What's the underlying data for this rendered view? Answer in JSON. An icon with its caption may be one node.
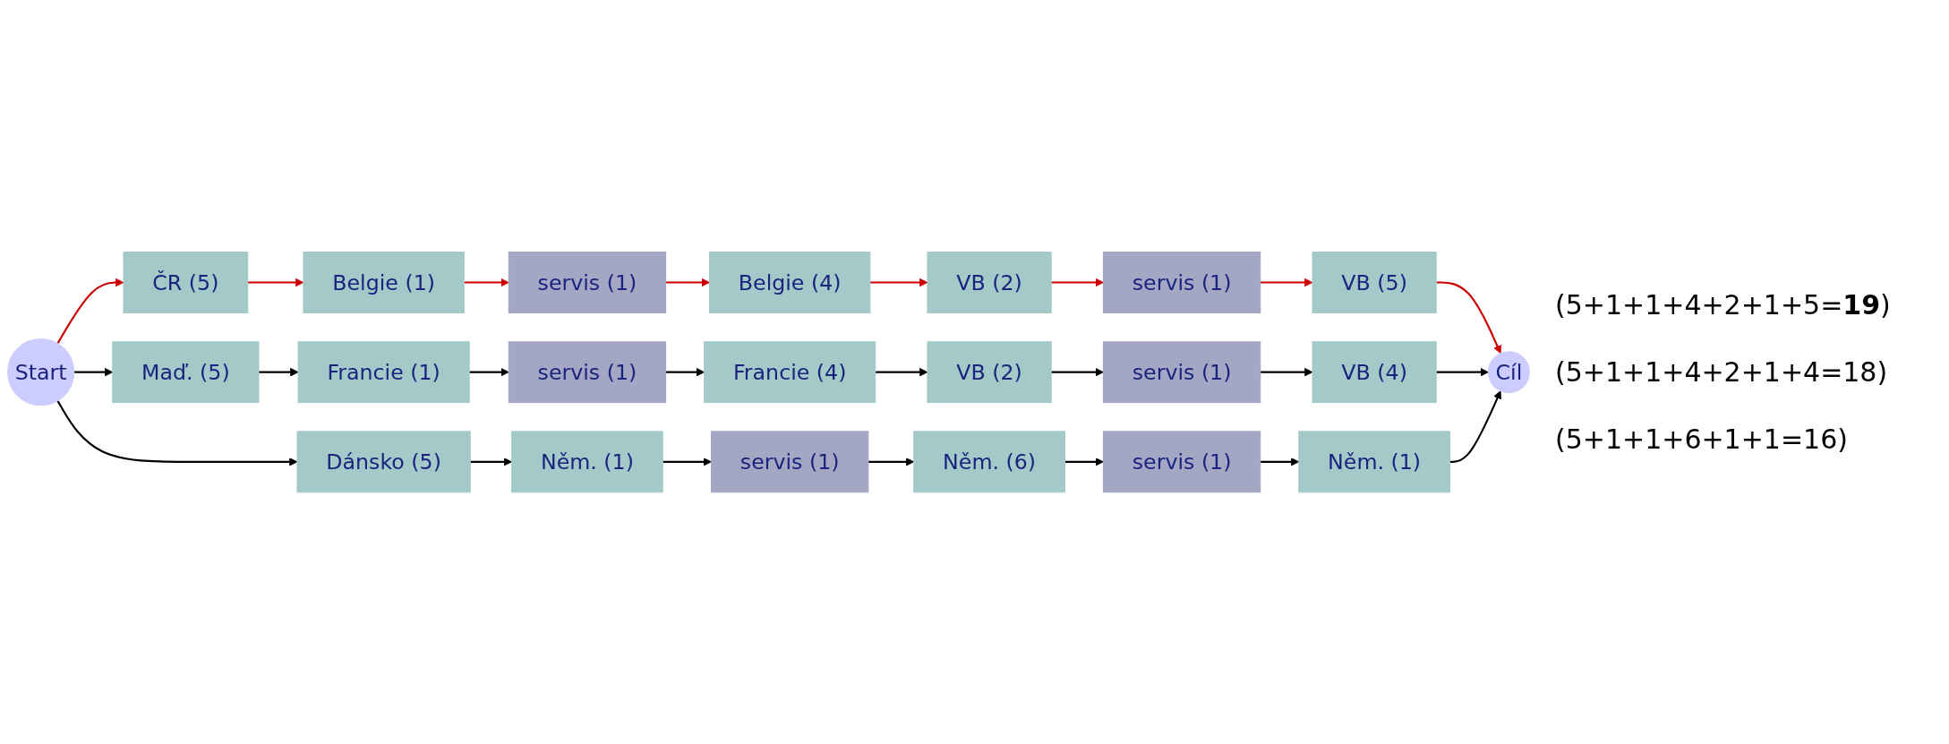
{
  "diagram": {
    "nodes": [
      {
        "text": [
          "Start"
        ]
      },
      {
        "text": [
          "ČR (5)"
        ]
      },
      {
        "text": [
          "Belgie (1)"
        ]
      },
      {
        "text": [
          "servis (1)"
        ]
      },
      {
        "text": [
          "Belgie (4)"
        ]
      },
      {
        "text": [
          "VB (2)"
        ]
      },
      {
        "text": [
          "servis (1)"
        ]
      },
      {
        "text": [
          "VB (5)"
        ]
      },
      {
        "text": [
          "Maď. (5)"
        ]
      },
      {
        "text": [
          "Francie (1)"
        ]
      },
      {
        "text": [
          "servis (1)"
        ]
      },
      {
        "text": [
          "Francie (4)"
        ]
      },
      {
        "text": [
          "VB (2)"
        ]
      },
      {
        "text": [
          "servis (1)"
        ]
      },
      {
        "text": [
          "VB (4)"
        ]
      },
      {
        "text": [
          "Dánsko (5)"
        ]
      },
      {
        "text": [
          "Něm. (1)"
        ]
      },
      {
        "text": [
          "servis (1)"
        ]
      },
      {
        "text": [
          "Něm. (6)"
        ]
      },
      {
        "text": [
          "servis (1)"
        ]
      },
      {
        "text": [
          "Něm. (1)"
        ]
      },
      {
        "text": [
          "Cíl"
        ]
      }
    ],
    "edges": [
      {
        "from": 0,
        "to": 1,
        "arrow": "to",
        "color": "#cc0000"
      },
      {
        "from": 1,
        "to": 2,
        "arrow": "to",
        "color": "#cc0000"
      },
      {
        "from": 2,
        "to": 3,
        "arrow": "to",
        "color": "#cc0000"
      },
      {
        "from": 3,
        "to": 4,
        "arrow": "to",
        "color": "#cc0000"
      },
      {
        "from": 4,
        "to": 5,
        "arrow": "to",
        "color": "#cc0000"
      },
      {
        "from": 5,
        "to": 6,
        "arrow": "to",
        "color": "#cc0000"
      },
      {
        "from": 6,
        "to": 7,
        "arrow": "to",
        "color": "#cc0000"
      },
      {
        "from": 7,
        "to": 21,
        "arrow": "to",
        "color": "#cc0000"
      },
      {
        "from": 0,
        "to": 8,
        "arrow": "to"
      },
      {
        "from": 8,
        "to": 9,
        "arrow": "to"
      },
      {
        "from": 9,
        "to": 10,
        "arrow": "to"
      },
      {
        "from": 10,
        "to": 11,
        "arrow": "to"
      },
      {
        "from": 11,
        "to": 12,
        "arrow": "to"
      },
      {
        "from": 12,
        "to": 13,
        "arrow": "to"
      },
      {
        "from": 13,
        "to": 14,
        "arrow": "to"
      },
      {
        "from": 14,
        "to": 21,
        "arrow": "to"
      },
      {
        "from": 0,
        "to": 15,
        "arrow": "to"
      },
      {
        "from": 15,
        "to": 16,
        "arrow": "to"
      },
      {
        "from": 16,
        "to": 17,
        "arrow": "to"
      },
      {
        "from": 17,
        "to": 18,
        "arrow": "to"
      },
      {
        "from": 18,
        "to": 19,
        "arrow": "to"
      },
      {
        "from": 19,
        "to": 20,
        "arrow": "to"
      },
      {
        "from": 20,
        "to": 21,
        "arrow": "to"
      }
    ],
    "labels": [
      "(5+1+1+4+2+1+5=**19**)",
      "(5+1+1+4+2+1+4=18)",
      "(5+1+1+6+1+1=16)"
    ]
  }
}
